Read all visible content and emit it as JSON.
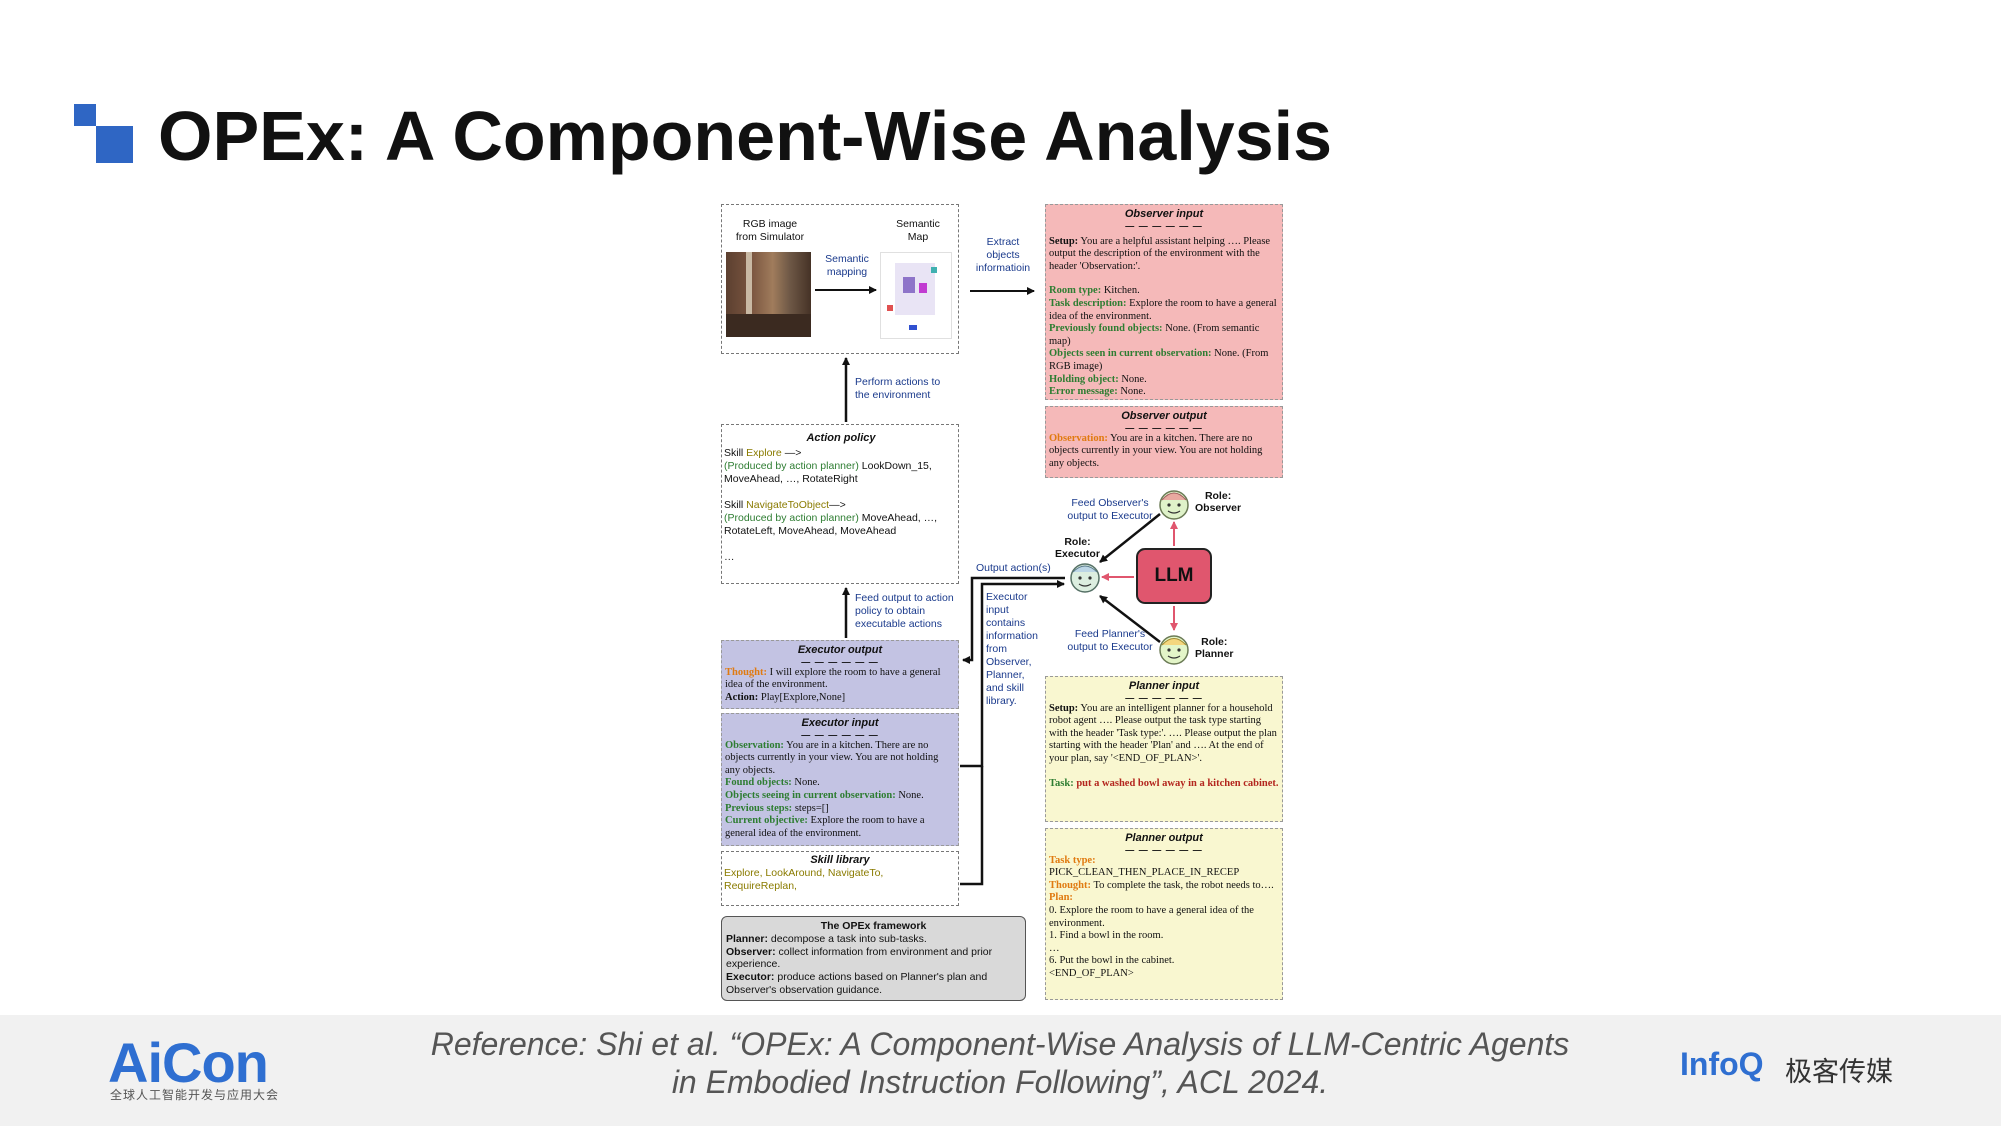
{
  "slide": {
    "title": "OPEx: A Component-Wise Analysis",
    "reference_line1": "Reference: Shi et al. “OPEx: A Component-Wise Analysis of LLM-Centric Agents",
    "reference_line2": "in Embodied Instruction Following”, ACL 2024.",
    "accent_color": "#2f66c4"
  },
  "footer": {
    "aicon_logo": "AiCon",
    "aicon_subtitle": "全球人工智能开发与应用大会",
    "infoq_logo": "InfoQ",
    "infoq_cn": "极客传媒"
  },
  "diagram": {
    "sim": {
      "rgb_label": [
        "RGB image",
        "from Simulator"
      ],
      "semantic_label": [
        "Semantic",
        "Map"
      ],
      "semantic_mapping": [
        "Semantic",
        "mapping"
      ]
    },
    "extract_label": [
      "Extract",
      "objects",
      "informatioin"
    ],
    "perform_label": [
      "Perform actions to",
      "the environment"
    ],
    "feed_output_label": [
      "Feed output to action",
      "policy to obtain",
      "executable actions"
    ],
    "output_actions_label": "Output action(s)",
    "executor_input_note": [
      "Executor",
      "input",
      "contains",
      "information",
      "from",
      "Observer,",
      "Planner,",
      "and skill",
      "library."
    ],
    "feed_observer_label": [
      "Feed Observer's",
      "output to Executor"
    ],
    "feed_planner_label": [
      "Feed Planner's",
      "output to Executor"
    ],
    "llm_label": "LLM",
    "roles": {
      "observer": [
        "Role:",
        "Observer"
      ],
      "executor": [
        "Role:",
        "Executor"
      ],
      "planner": [
        "Role:",
        "Planner"
      ]
    },
    "action_policy": {
      "header": "Action policy",
      "explore_prefix": "Skill ",
      "explore_skill": "Explore",
      "explore_arrow": "  —>",
      "produced": "(Produced by action planner)",
      "explore_rest1": " LookDown_15,",
      "explore_rest2": "MoveAhead, …, RotateRight",
      "nav_prefix": "Skill ",
      "nav_skill": "NavigateToObject",
      "nav_arrow": "—>",
      "nav_rest1": " MoveAhead,  …,",
      "nav_rest2": "RotateLeft, MoveAhead, MoveAhead",
      "ellipsis": "…"
    },
    "executor_output": {
      "header": "Executor output",
      "dashes": "— — — — — —",
      "thought_label": "Thought:",
      "thought_text": " I will explore the room to have a general idea of the environment.",
      "action_label": "Action:",
      "action_text": " Play[Explore,None]"
    },
    "executor_input": {
      "header": "Executor input",
      "dashes": "— — — — — —",
      "observation_label": "Observation:",
      "observation_text": " You are in a kitchen. There are no objects currently in your view. You are not holding any objects.",
      "found_label": "Found objects:",
      "found_text": " None.",
      "seeing_label": "Objects seeing in current observation:",
      "seeing_text": " None.",
      "prev_label": "Previous steps:",
      "prev_text": " steps=[]",
      "objective_label": "Current objective:",
      "objective_text": " Explore the room to have a general idea of the environment."
    },
    "skill_library": {
      "header": "Skill library",
      "text": "Explore, LookAround, NavigateTo, RequireReplan,"
    },
    "framework": {
      "header": "The OPEx framework",
      "planner_label": "Planner:",
      "planner_text": " decompose a task into sub-tasks.",
      "observer_label": "Observer:",
      "observer_text": " collect information from environment and prior experience.",
      "executor_label": "Executor:",
      "executor_text": " produce actions based on Planner's plan and Observer's observation guidance."
    },
    "observer_input": {
      "header": "Observer input",
      "dashes": "— — — — — —",
      "setup_label": "Setup:",
      "setup_text": " You are a helpful assistant helping …. Please output the description of the environment with the header 'Observation:'.",
      "room_label": "Room type:",
      "room_text": " Kitchen.",
      "task_label": "Task description:",
      "task_text": " Explore the room to have a general idea of the environment.",
      "prev_label": "Previously found objects:",
      "prev_text": " None. (From semantic map)",
      "seen_label": "Objects seen in current observation:",
      "seen_text": " None. (From RGB image)",
      "holding_label": "Holding object:",
      "holding_text": " None.",
      "error_label": "Error message:",
      "error_text": " None."
    },
    "observer_output": {
      "header": "Observer output",
      "dashes": "— — — — — —",
      "obs_label": "Observation:",
      "obs_text": " You are in a kitchen. There are no objects currently in your view. You are not holding any objects."
    },
    "planner_input": {
      "header": "Planner input",
      "dashes": "— — — — — —",
      "setup_label": "Setup:",
      "setup_text": " You are an intelligent planner for a household robot agent …. Please output the task type starting with the header 'Task type:'. …. Please output the plan starting with the header 'Plan' and …. At the end of your plan, say '<END_OF_PLAN>'.",
      "task_label": "Task:",
      "task_text": " put a washed bowl away in a kitchen cabinet."
    },
    "planner_output": {
      "header": "Planner output",
      "dashes": "— — — — — —",
      "type_label": "Task type:",
      "type_text": "PICK_CLEAN_THEN_PLACE_IN_RECEP",
      "thought_label": "Thought:",
      "thought_text": " To complete the task, the robot needs to….",
      "plan_label": "Plan:",
      "plan_0": "0. Explore the room to have a general idea of the environment.",
      "plan_1": "1. Find a bowl in the room.",
      "plan_dots": "   …",
      "plan_6": "6. Put the bowl in the cabinet.",
      "plan_end": "<END_OF_PLAN>"
    }
  }
}
